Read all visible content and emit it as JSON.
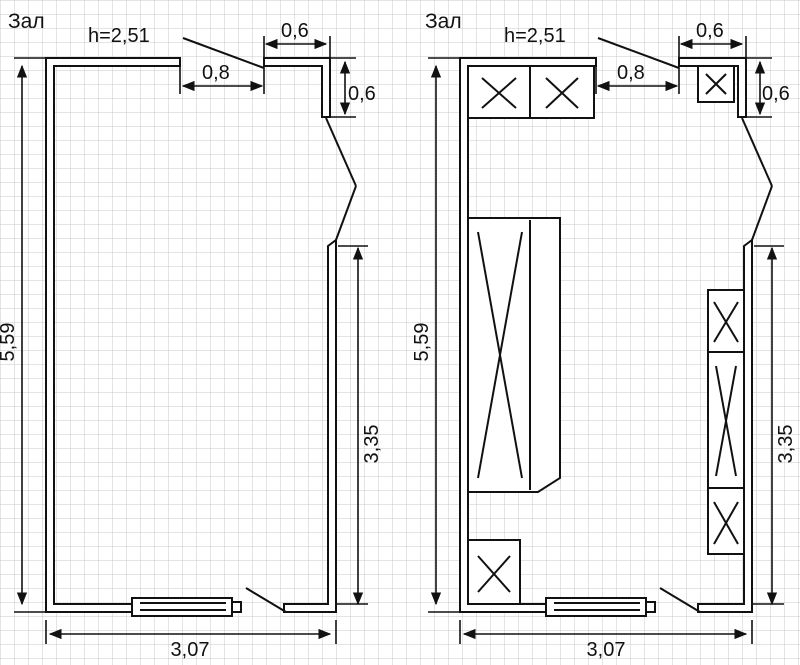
{
  "rooms": [
    {
      "title": "Зал",
      "height_label": "h=2,51",
      "dim_top_right": "0,6",
      "dim_opening": "0,8",
      "dim_right_upper": "0,6",
      "dim_length": "5,59",
      "dim_right_wall": "3,35",
      "dim_width": "3,07"
    },
    {
      "title": "Зал",
      "height_label": "h=2,51",
      "dim_top_right": "0,6",
      "dim_opening": "0,8",
      "dim_right_upper": "0,6",
      "dim_length": "5,59",
      "dim_right_wall": "3,35",
      "dim_width": "3,07"
    }
  ],
  "colors": {
    "ink": "#111111",
    "grid": "#c8c8c8",
    "paper": "#ffffff"
  }
}
